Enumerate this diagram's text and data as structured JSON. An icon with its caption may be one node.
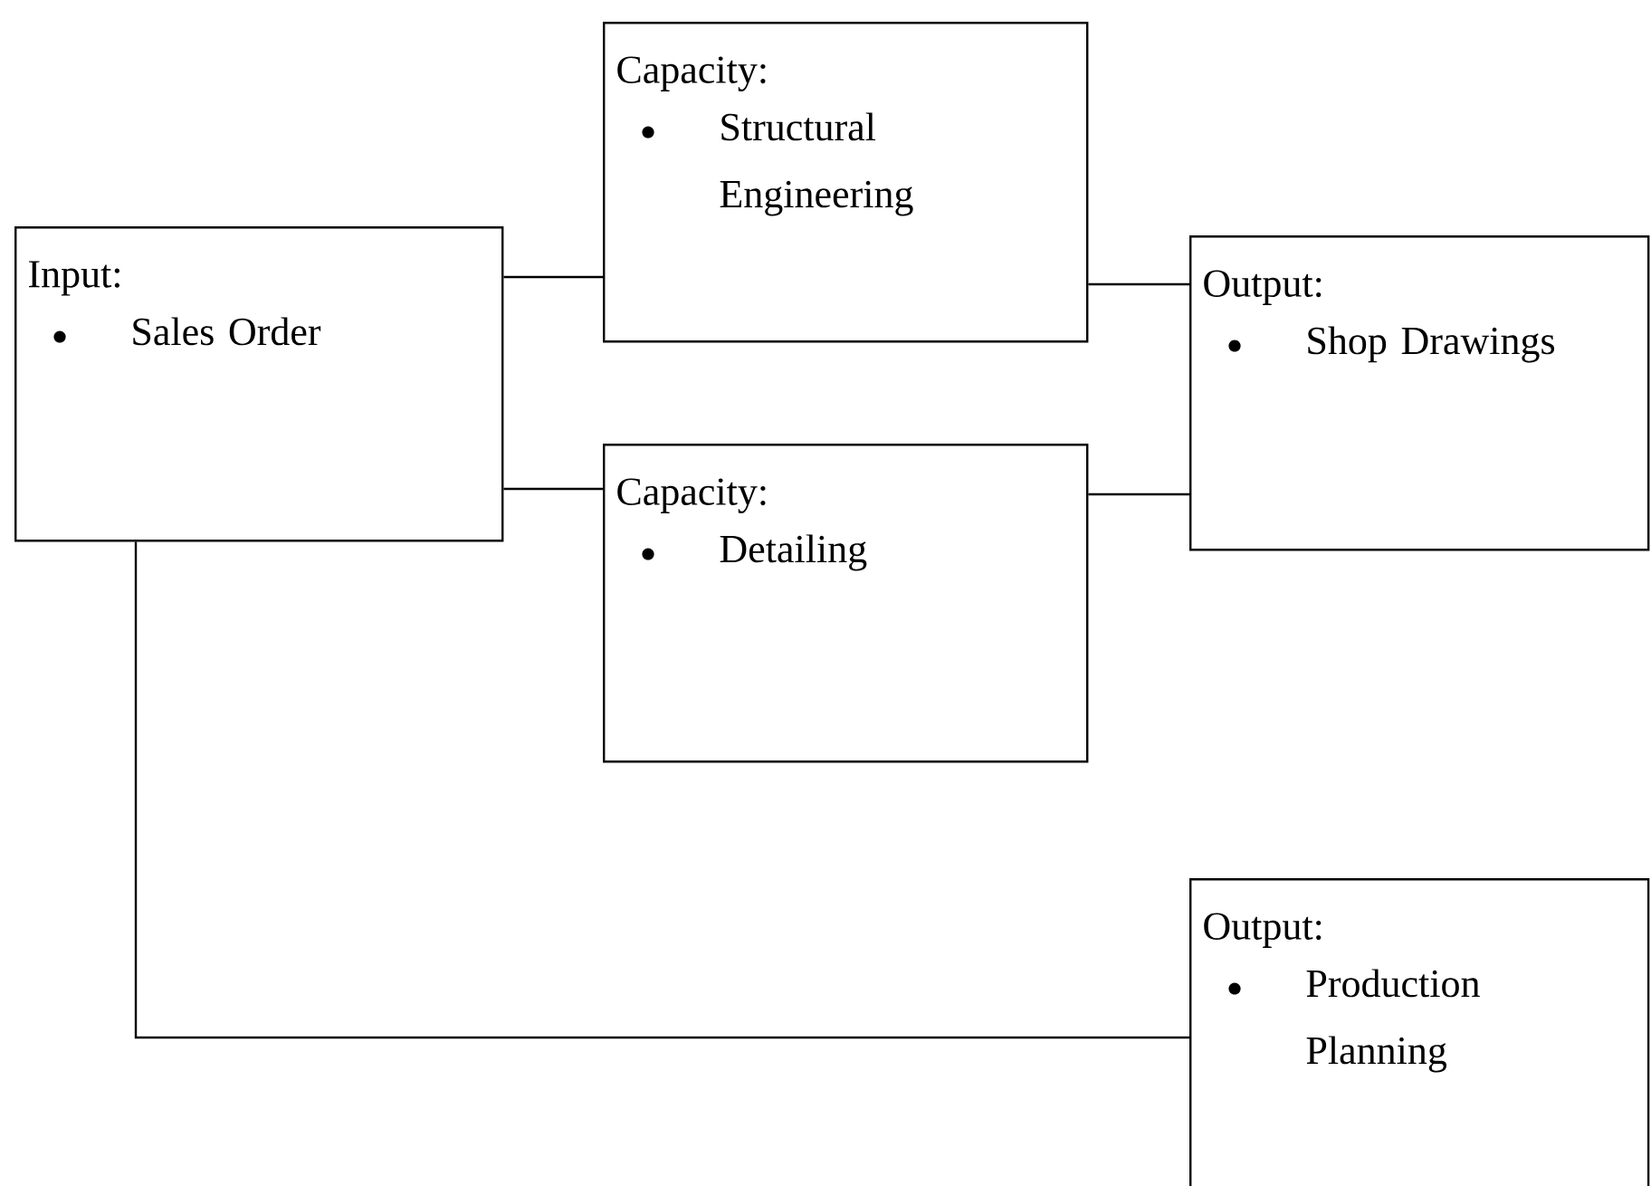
{
  "diagram": {
    "nodes": [
      {
        "text": [
          "Input:",
          "Sales Order"
        ]
      },
      {
        "text": [
          "Capacity:",
          "Structural Engineering"
        ]
      },
      {
        "text": [
          "Capacity:",
          "Detailing"
        ]
      },
      {
        "text": [
          "Output:",
          "Shop Drawings"
        ]
      },
      {
        "text": [
          "Output:",
          "Production Planning"
        ]
      }
    ],
    "edges": [
      {
        "from": 0,
        "to": 1,
        "arrow": "none"
      },
      {
        "from": 0,
        "to": 2,
        "arrow": "none"
      },
      {
        "from": 1,
        "to": 3,
        "arrow": "none"
      },
      {
        "from": 2,
        "to": 3,
        "arrow": "none"
      },
      {
        "from": 0,
        "to": 4,
        "arrow": "none"
      }
    ]
  }
}
